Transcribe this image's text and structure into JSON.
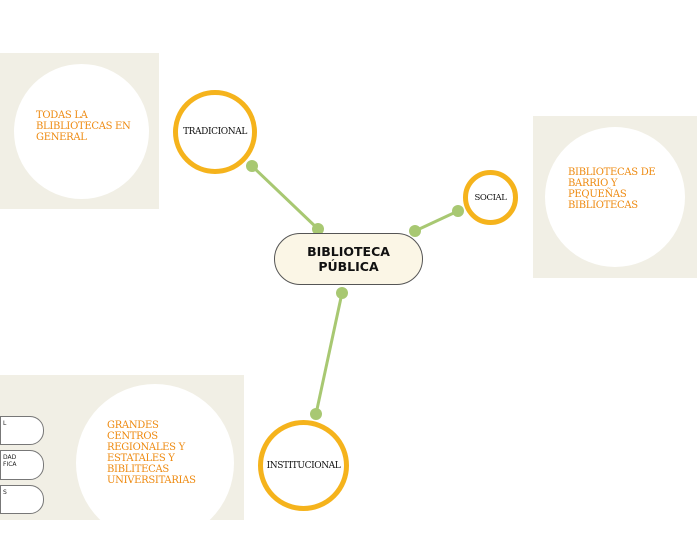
{
  "central": {
    "title": "BIBLIOTECA PÚBLICA"
  },
  "branches": {
    "tradicional": {
      "label": "TRADICIONAL",
      "detail": "TODAS LA BLIBLIOTECAS EN GENERAL"
    },
    "social": {
      "label": "SOCIAL",
      "detail": "BIBLIOTECAS DE BARRIO Y PEQUEÑAS BIBLIOTECAS"
    },
    "institucional": {
      "label": "INSTITUCIONAL",
      "detail": "GRANDES CENTROS REGIONALES Y ESTATALES Y BIBLITECAS UNIVERSITARIAS",
      "sub_items": [
        "L",
        "DAD\nFICA",
        "S"
      ]
    }
  },
  "colors": {
    "ring": "#f5b31c",
    "connector": "#a8c872",
    "detail_text": "#ee8a10",
    "panel": "#f1efe5"
  }
}
